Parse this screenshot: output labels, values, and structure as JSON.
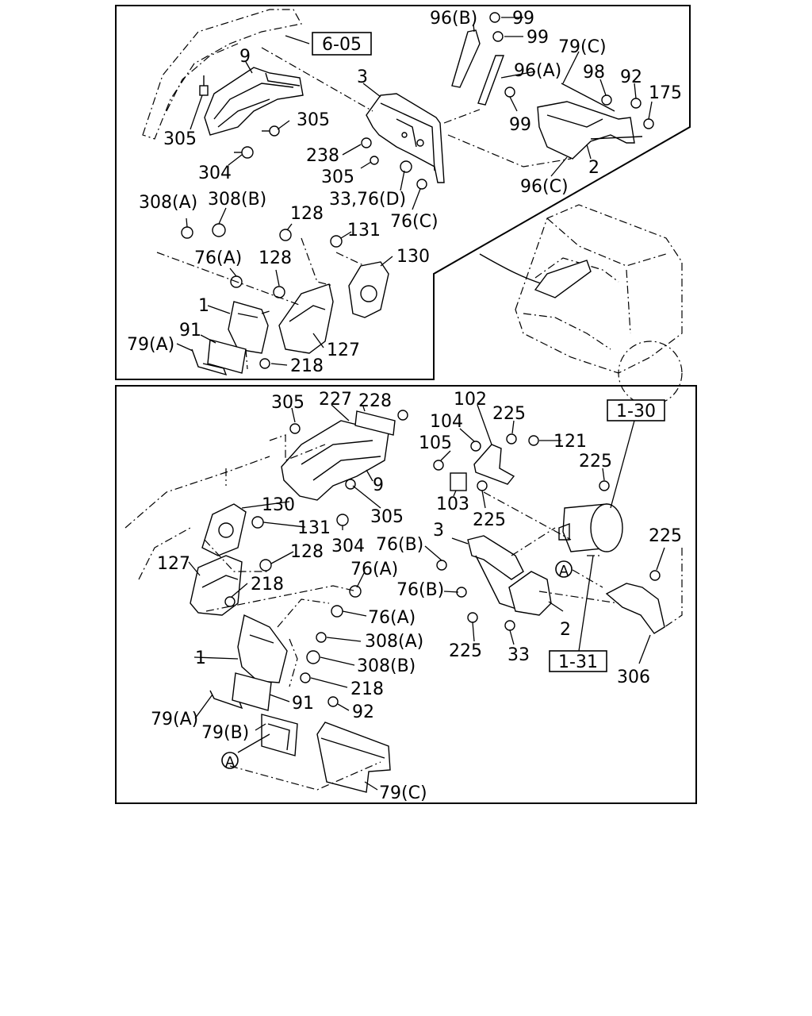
{
  "figure_labels": {
    "top": {
      "ref_6_05": "6-05",
      "l9": "9",
      "l3": "3",
      "l96B": "96(B)",
      "l99a": "99",
      "l99b": "99",
      "l79C": "79(C)",
      "l96A": "96(A)",
      "l98": "98",
      "l92": "92",
      "l175": "175",
      "l99c": "99",
      "l2": "2",
      "l96C": "96(C)",
      "l305a": "305",
      "l305b": "305",
      "l304": "304",
      "l238": "238",
      "l305c": "305",
      "l33_76D": "33,76(D)",
      "l76C": "76(C)",
      "l308A": "308(A)",
      "l308B": "308(B)",
      "l128a": "128",
      "l131": "131",
      "l130": "130",
      "l76A": "76(A)",
      "l128b": "128",
      "l1": "1",
      "l91": "91",
      "l79A": "79(A)",
      "l127": "127",
      "l218": "218"
    },
    "bottom": {
      "l305a": "305",
      "l227": "227",
      "l228": "228",
      "l102": "102",
      "l104": "104",
      "l225a": "225",
      "ref_1_30": "1-30",
      "l105": "105",
      "l121": "121",
      "l225b": "225",
      "l9": "9",
      "l103": "103",
      "l225c": "225",
      "l130": "130",
      "l131": "131",
      "l305b": "305",
      "l3": "3",
      "l225d": "225",
      "l304": "304",
      "l76B1": "76(B)",
      "l127": "127",
      "l128": "128",
      "l76A1": "76(A)",
      "l218a": "218",
      "l76B2": "76(B)",
      "l76A2": "76(A)",
      "l308A": "308(A)",
      "l2": "2",
      "l1": "1",
      "l308B": "308(B)",
      "l225e": "225",
      "l33": "33",
      "ref_1_31": "1-31",
      "l306": "306",
      "l218b": "218",
      "l91": "91",
      "l92": "92",
      "l79A": "79(A)",
      "l79B": "79(B)",
      "l79C": "79(C)",
      "circleA1": "A",
      "circleA2": "A"
    }
  }
}
